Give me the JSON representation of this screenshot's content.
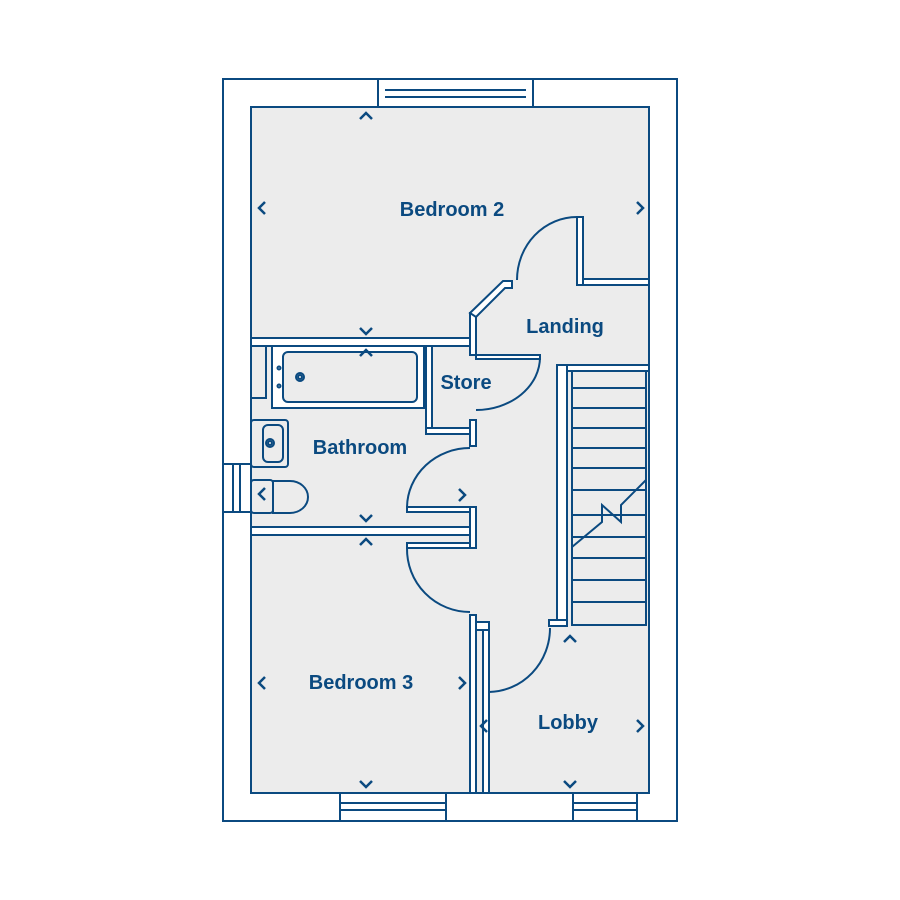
{
  "plan": {
    "rooms": [
      {
        "name": "Bedroom 2"
      },
      {
        "name": "Landing"
      },
      {
        "name": "Store"
      },
      {
        "name": "Bathroom"
      },
      {
        "name": "Bedroom 3"
      },
      {
        "name": "Lobby"
      }
    ],
    "colors": {
      "line": "#0b4a80",
      "floor": "#ececec",
      "wall": "#ffffff"
    }
  }
}
